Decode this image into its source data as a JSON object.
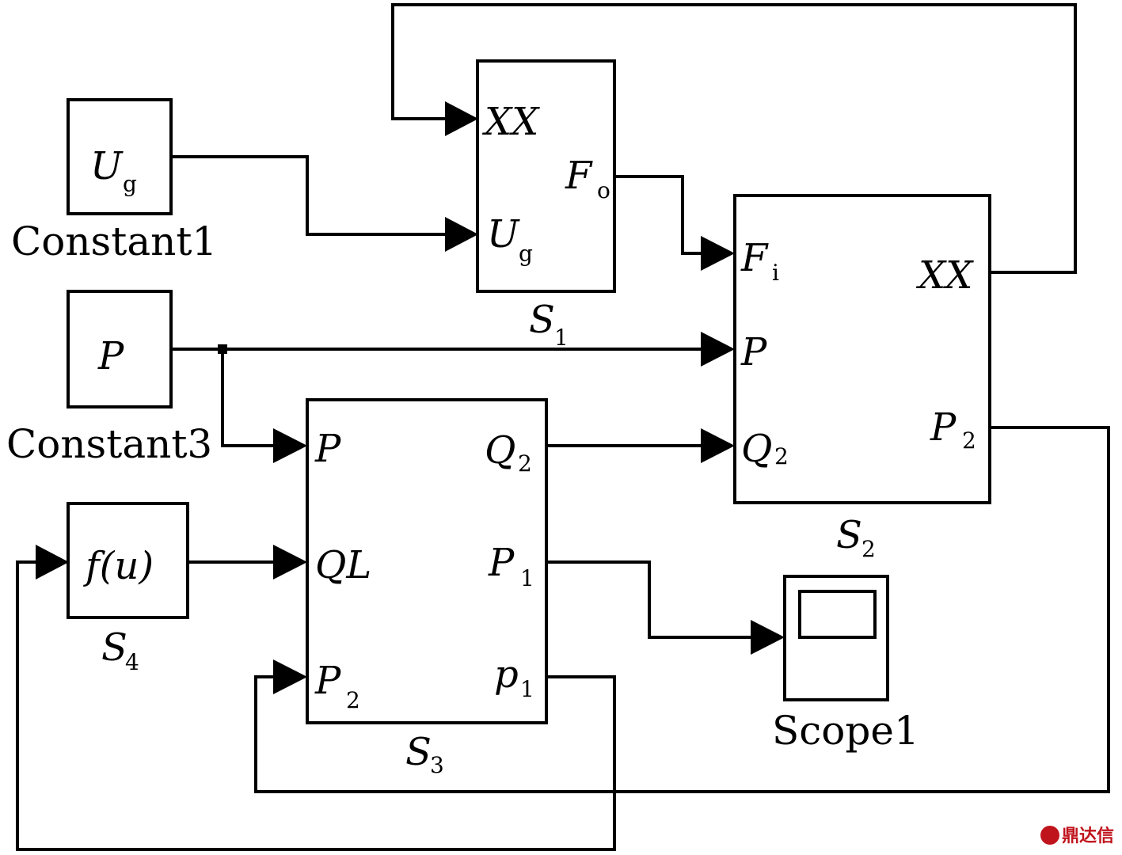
{
  "blocks": {
    "constant1": {
      "value": "U",
      "value_sub": "g",
      "name": "Constant1"
    },
    "constant3": {
      "value": "P",
      "name": "Constant3"
    },
    "s1": {
      "name": "S",
      "name_sub": "1",
      "in_xx": "XX",
      "in_ug": "U",
      "in_ug_sub": "g",
      "out_fo": "F",
      "out_fo_sub": "o"
    },
    "s2": {
      "name": "S",
      "name_sub": "2",
      "in_fi": "F",
      "in_fi_sub": "i",
      "in_p": "P",
      "in_q2": "Q",
      "in_q2_sub": "2",
      "out_xx": "XX",
      "out_p2": "P",
      "out_p2_sub": "2"
    },
    "s3": {
      "name": "S",
      "name_sub": "3",
      "in_p": "P",
      "in_ql": "QL",
      "in_p2": "P",
      "in_p2_sub": "2",
      "out_q2": "Q",
      "out_q2_sub": "2",
      "out_p1": "P",
      "out_p1_sub": "1",
      "out_p1_lower": "p",
      "out_p1_lower_sub": "1"
    },
    "s4": {
      "name": "S",
      "name_sub": "4",
      "func": "f(u)"
    },
    "scope1": {
      "name": "Scope1"
    }
  },
  "watermark": "鼎达信"
}
